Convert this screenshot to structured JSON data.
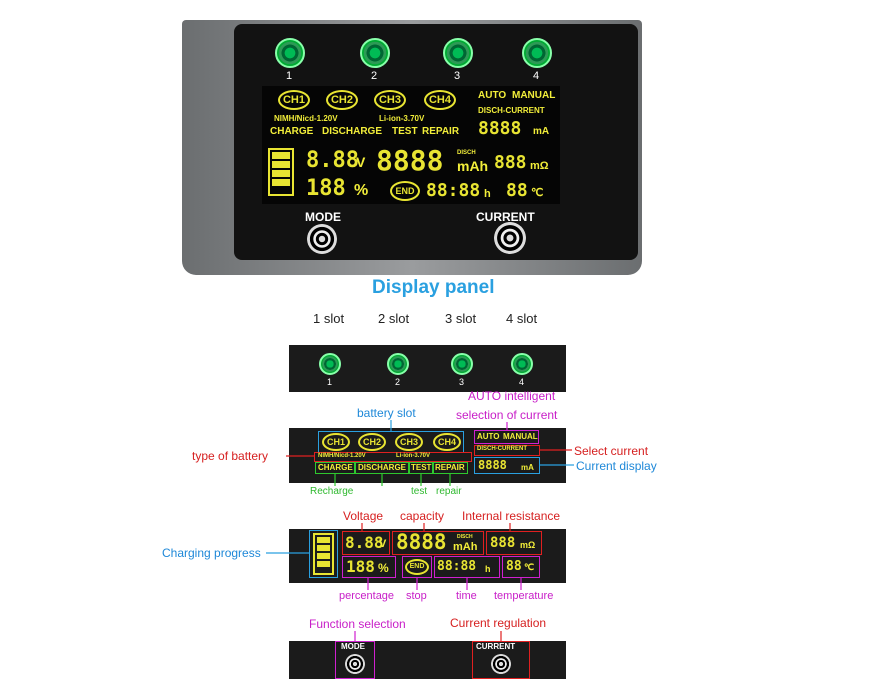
{
  "slot_numbers": [
    "1",
    "2",
    "3",
    "4"
  ],
  "lcd": {
    "channels": [
      "CH1",
      "CH2",
      "CH3",
      "CH4"
    ],
    "nimh": "NIMH/Nicd-1.20V",
    "liion": "Li-ion-3.70V",
    "modes": [
      "CHARGE",
      "DISCHARGE",
      "TEST",
      "REPAIR"
    ],
    "auto": "AUTO",
    "manual": "MANUAL",
    "disch_current": "DISCH-CURRENT",
    "current_digits": "8888",
    "current_unit": "mA",
    "voltage_digits": "8.88",
    "voltage_unit": "V",
    "capacity_digits": "8888",
    "capacity_unit": "mAh",
    "disch": "DISCH",
    "resistance_digits": "888",
    "resistance_unit": "mΩ",
    "percent_digits": "188",
    "percent_unit": "%",
    "end": "END",
    "time_digits": "88:88",
    "time_unit": "h",
    "temp_digits": "88",
    "temp_unit": "℃"
  },
  "buttons": {
    "mode": "MODE",
    "current": "CURRENT"
  },
  "title": "Display panel",
  "slot_labels": [
    "1 slot",
    "2 slot",
    "3 slot",
    "4 slot"
  ],
  "annotations": {
    "auto_intelligent": "AUTO intelligent",
    "selection_of_current": "selection of current",
    "battery_slot": "battery slot",
    "type_of_battery": "type of battery",
    "select_current": "Select current",
    "current_display": "Current display",
    "recharge": "Recharge",
    "test": "test",
    "repair": "repair",
    "voltage": "Voltage",
    "capacity": "capacity",
    "internal_resistance": "Internal resistance",
    "charging_progress": "Charging progress",
    "percentage": "percentage",
    "stop": "stop",
    "time": "time",
    "temperature": "temperature",
    "function_selection": "Function selection",
    "current_regulation": "Current regulation"
  },
  "colors": {
    "lcd_yellow": "#e8e432",
    "blue": "#1e88d8",
    "red": "#d62020",
    "magenta": "#c81ec8",
    "green": "#2eb82e"
  }
}
